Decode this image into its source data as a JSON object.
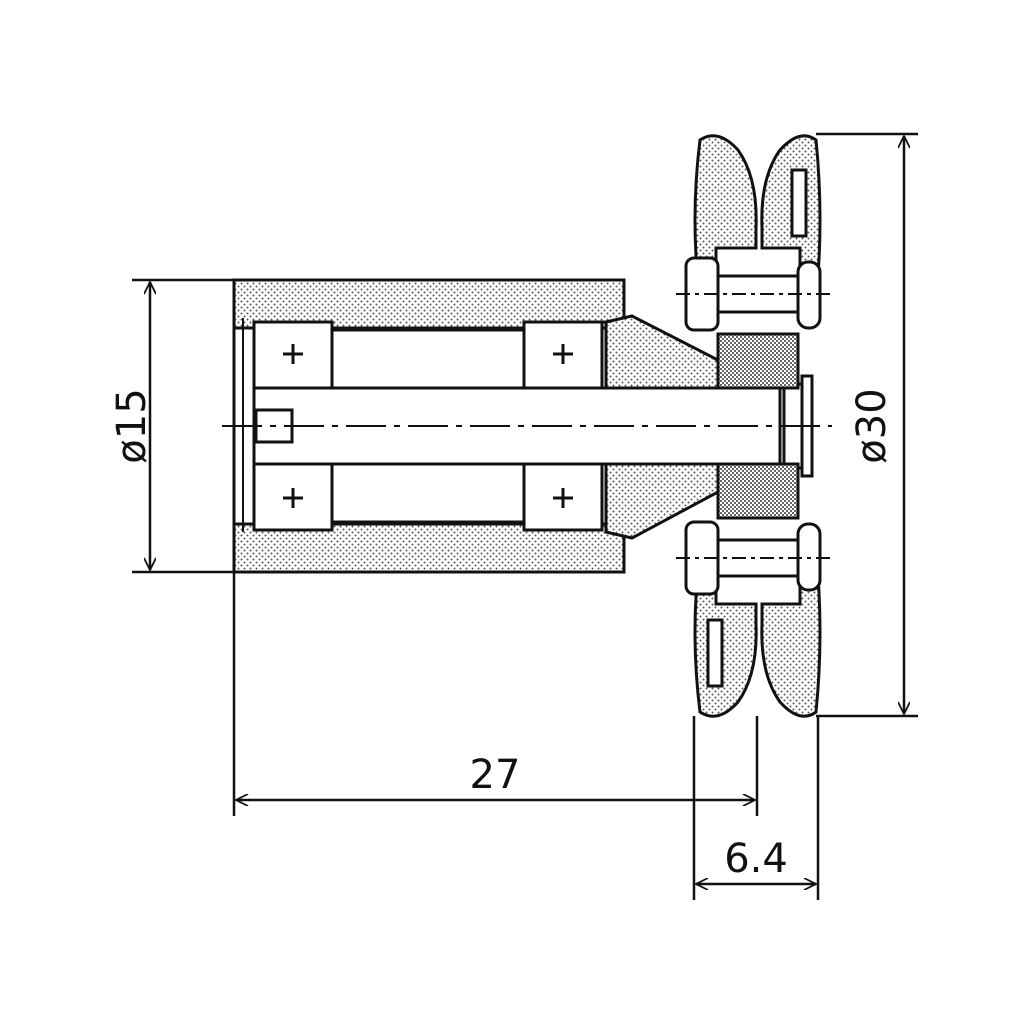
{
  "drawing": {
    "dimensions": {
      "small_diameter": "ø15",
      "large_diameter": "ø30",
      "overall_length": "27",
      "pulley_width": "6.4"
    },
    "colors": {
      "ink": "#111111",
      "hatch": "#555555",
      "background": "#ffffff"
    }
  }
}
